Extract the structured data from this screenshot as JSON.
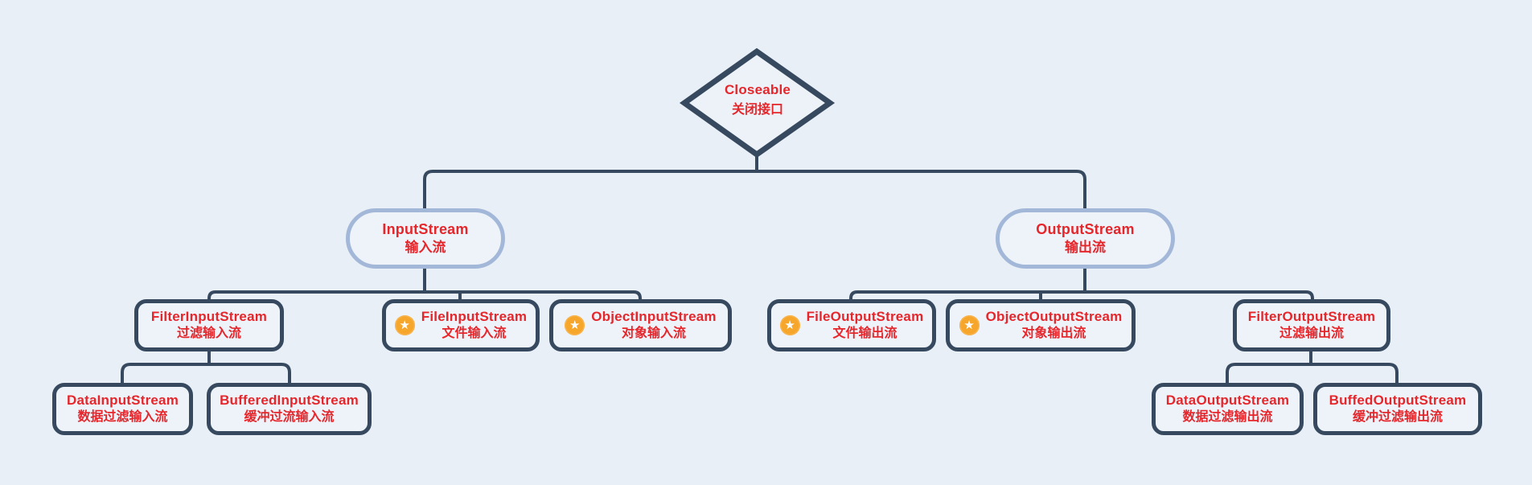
{
  "colors": {
    "background": "#e9eff7",
    "node_fill": "#eef3fa",
    "dark_border": "#36495f",
    "light_border": "#a3b8d9",
    "text_red": "#e5262b",
    "star_orange": "#f7a62c"
  },
  "icons": {
    "star": "★"
  },
  "nodes": {
    "closeable": {
      "en": "Closeable",
      "zh": "关闭接口"
    },
    "input_stream": {
      "en": "InputStream",
      "zh": "输入流"
    },
    "output_stream": {
      "en": "OutputStream",
      "zh": "输出流"
    },
    "filter_input_stream": {
      "en": "FilterInputStream",
      "zh": "过滤输入流"
    },
    "file_input_stream": {
      "en": "FileInputStream",
      "zh": "文件输入流"
    },
    "object_input_stream": {
      "en": "ObjectInputStream",
      "zh": "对象输入流"
    },
    "file_output_stream": {
      "en": "FileOutputStream",
      "zh": "文件输出流"
    },
    "object_output_stream": {
      "en": "ObjectOutputStream",
      "zh": "对象输出流"
    },
    "filter_output_stream": {
      "en": "FilterOutputStream",
      "zh": "过滤输出流"
    },
    "data_input_stream": {
      "en": "DataInputStream",
      "zh": "数据过滤输入流"
    },
    "buffered_input_stream": {
      "en": "BufferedInputStream",
      "zh": "缓冲过流输入流"
    },
    "data_output_stream": {
      "en": "DataOutputStream",
      "zh": "数据过滤输出流"
    },
    "buffed_output_stream": {
      "en": "BuffedOutputStream",
      "zh": "缓冲过滤输出流"
    }
  }
}
